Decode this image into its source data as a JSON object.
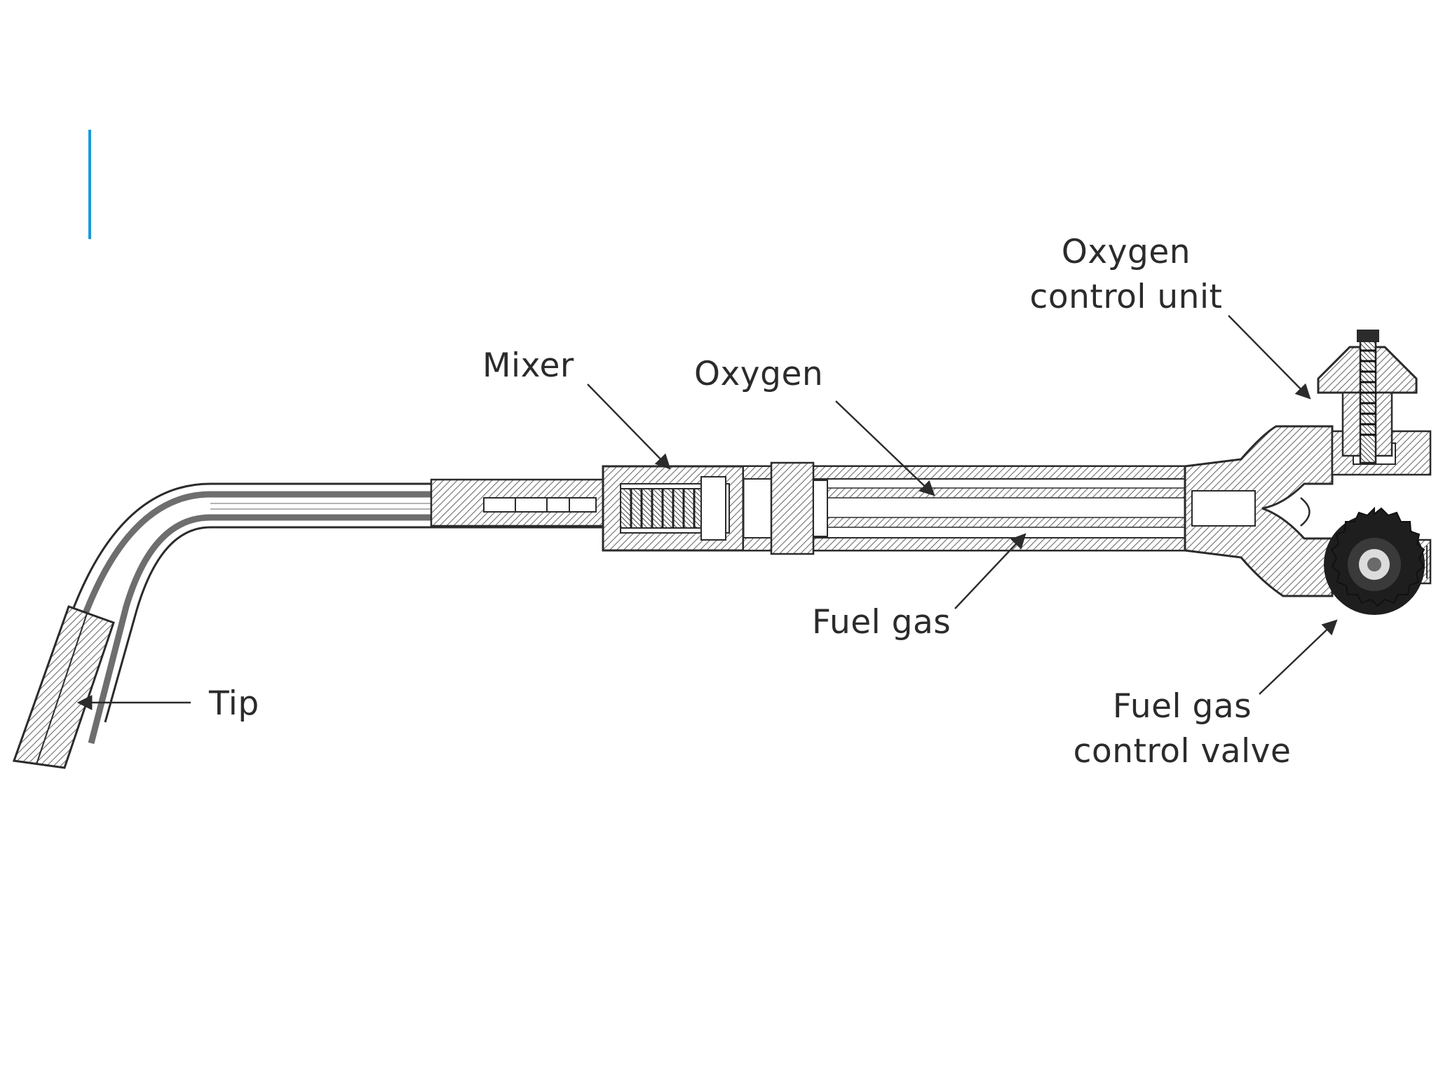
{
  "colors": {
    "accent": "#1a9bd7",
    "ink": "#2b2b2b",
    "hatch": "#6e6e6e",
    "background": "#ffffff"
  },
  "labels": {
    "oxygen_control_unit": [
      "Oxygen",
      "control unit"
    ],
    "mixer": "Mixer",
    "oxygen": "Oxygen",
    "fuel_gas": "Fuel gas",
    "tip": "Tip",
    "fuel_gas_control_valve": [
      "Fuel gas",
      "control valve"
    ]
  }
}
